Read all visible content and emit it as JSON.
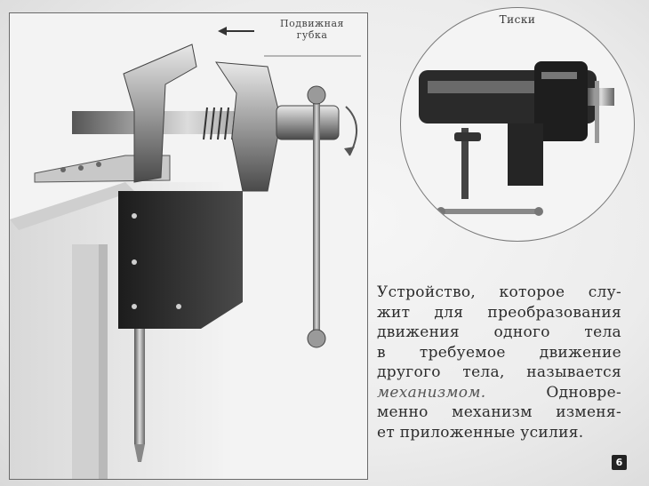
{
  "diagram": {
    "jaw_label_line1": "Подвижная",
    "jaw_label_line2": "губка",
    "arrow_icon": "left-arrow-icon",
    "rotation_icon": "rotation-arrow-icon"
  },
  "inset": {
    "title": "Тиски"
  },
  "text": {
    "lines": [
      "Устройство, которое слу-",
      "жит для преобразования",
      "движения одного тела",
      "в требуемое движение",
      "другого тела, называется",
      "",
      "менно механизм изменя-",
      "ет приложенные усилия."
    ],
    "emphasis": "механизмом.",
    "line6_rest": "Одновре-"
  },
  "page_number": "6"
}
